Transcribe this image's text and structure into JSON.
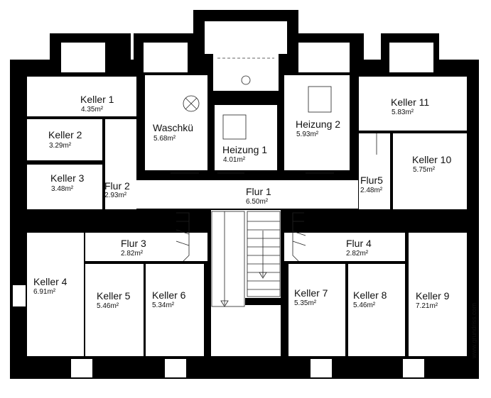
{
  "rooms": {
    "keller1": {
      "name": "Keller 1",
      "area": "4.35m²"
    },
    "keller2": {
      "name": "Keller 2",
      "area": "3.29m²"
    },
    "keller3": {
      "name": "Keller 3",
      "area": "3.48m²"
    },
    "keller4": {
      "name": "Keller 4",
      "area": "6.91m²"
    },
    "keller5": {
      "name": "Keller 5",
      "area": "5.46m²"
    },
    "keller6": {
      "name": "Keller 6",
      "area": "5.34m²"
    },
    "keller7": {
      "name": "Keller 7",
      "area": "5.35m²"
    },
    "keller8": {
      "name": "Keller 8",
      "area": "5.46m²"
    },
    "keller9": {
      "name": "Keller 9",
      "area": "7.21m²"
    },
    "keller10": {
      "name": "Keller 10",
      "area": "5.75m²"
    },
    "keller11": {
      "name": "Keller 11",
      "area": "5.83m²"
    },
    "waschkueche": {
      "name": "Waschkü",
      "area": "5.68m²"
    },
    "heizung1": {
      "name": "Heizung 1",
      "area": "4.01m²"
    },
    "heizung2": {
      "name": "Heizung 2",
      "area": "5.93m²"
    },
    "flur1": {
      "name": "Flur 1",
      "area": "6.50m²"
    },
    "flur2": {
      "name": "Flur 2",
      "area": "2.93m²"
    },
    "flur3": {
      "name": "Flur 3",
      "area": "2.82m²"
    },
    "flur4": {
      "name": "Flur 4",
      "area": "2.82m²"
    },
    "flur5": {
      "name": "Flur5",
      "area": "2.48m²"
    }
  },
  "watermark": "www.grundriss.com"
}
